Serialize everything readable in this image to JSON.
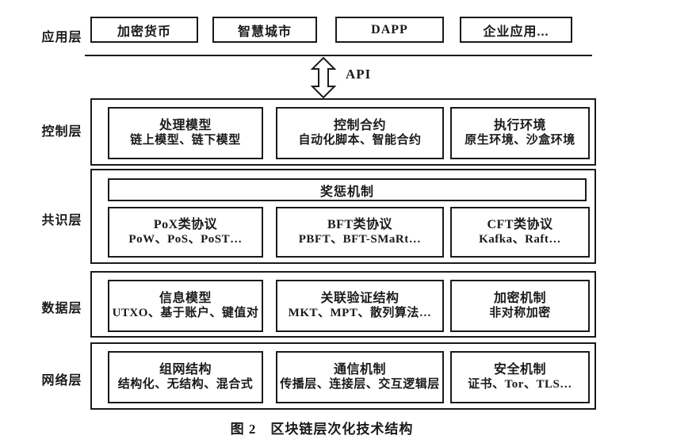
{
  "figure": {
    "caption": "图 2　区块链层次化技术结构",
    "api_label": "API"
  },
  "icons": {
    "api_arrow": "double-vertical-arrow"
  },
  "colors": {
    "line": "#1a1a1a",
    "background": "#ffffff"
  },
  "application_layer": {
    "label": "应用层",
    "boxes": [
      "加密货币",
      "智慧城市",
      "DAPP",
      "企业应用..."
    ]
  },
  "layers": [
    {
      "label": "控制层",
      "boxes": [
        {
          "title": "处理模型",
          "subtitle": "链上模型、链下模型"
        },
        {
          "title": "控制合约",
          "subtitle": "自动化脚本、智能合约"
        },
        {
          "title": "执行环境",
          "subtitle": "原生环境、沙盒环境"
        }
      ]
    },
    {
      "label": "共识层",
      "banner": "奖惩机制",
      "boxes": [
        {
          "title": "PoX类协议",
          "subtitle": "PoW、PoS、PoST…"
        },
        {
          "title": "BFT类协议",
          "subtitle": "PBFT、BFT-SMaRt…"
        },
        {
          "title": "CFT类协议",
          "subtitle": "Kafka、Raft…"
        }
      ]
    },
    {
      "label": "数据层",
      "boxes": [
        {
          "title": "信息模型",
          "subtitle": "UTXO、基于账户、键值对"
        },
        {
          "title": "关联验证结构",
          "subtitle": "MKT、MPT、散列算法…"
        },
        {
          "title": "加密机制",
          "subtitle": "非对称加密"
        }
      ]
    },
    {
      "label": "网络层",
      "boxes": [
        {
          "title": "组网结构",
          "subtitle": "结构化、无结构、混合式"
        },
        {
          "title": "通信机制",
          "subtitle": "传播层、连接层、交互逻辑层"
        },
        {
          "title": "安全机制",
          "subtitle": "证书、Tor、TLS…"
        }
      ]
    }
  ]
}
